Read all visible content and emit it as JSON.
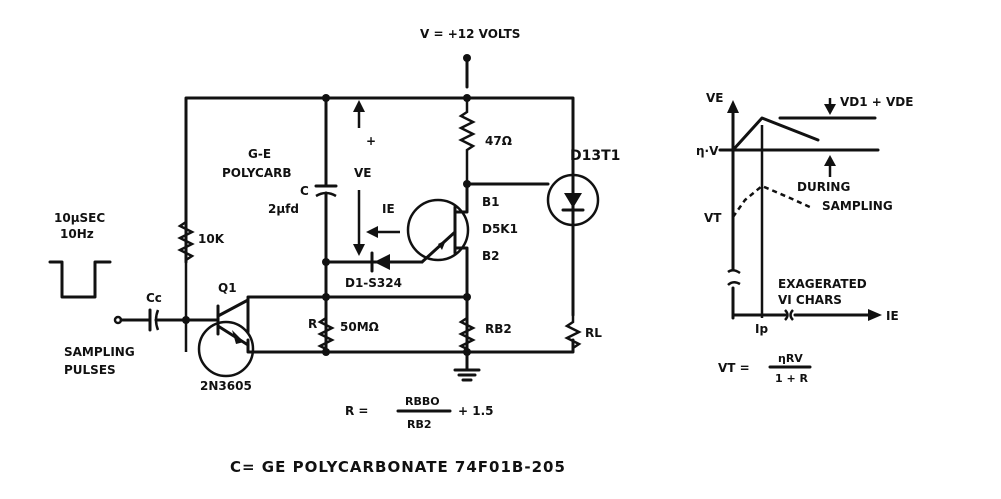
{
  "supply_label": "V = +12 VOLTS",
  "pulse": {
    "line1": "10µSEC",
    "line2": "10Hz"
  },
  "input_label": {
    "line1": "SAMPLING",
    "line2": "PULSES"
  },
  "cc_label": "Cc",
  "r10k_label": "10K",
  "q1_label": "Q1",
  "q1_part": "2N3605",
  "cap_label": {
    "line1": "G-E",
    "line2": "POLYCARB",
    "line3": "C",
    "line4": "2µfd"
  },
  "ve_label": "VE",
  "plus_label": "+",
  "ie_label": "IE",
  "r47_label": "47Ω",
  "ujt_label": {
    "b1": "B1",
    "part": "D5K1",
    "b2": "B2"
  },
  "diode_label": "D1-S324",
  "r_label": "R",
  "r50_label": "50MΩ",
  "rb2_label": "RB2",
  "d13_label": "D13T1",
  "rl_label": "RL",
  "formula": {
    "lhs": "R =",
    "num": "RBBO",
    "den": "RB2",
    "rhs": "+ 1.5"
  },
  "graph": {
    "y_axis": "VE",
    "eta_v": "η·V",
    "vt": "VT",
    "delta": "VD1 + VDE",
    "during": "DURING",
    "sampling": "SAMPLING",
    "exag1": "EXAGERATED",
    "exag2": "VI CHARS",
    "ip": "Ip",
    "x_axis": "IE"
  },
  "vt_formula": {
    "lhs": "VT =",
    "num": "ηRV",
    "den": "1 + R"
  },
  "caption": "C= GE POLYCARBONATE 74F01B-205"
}
